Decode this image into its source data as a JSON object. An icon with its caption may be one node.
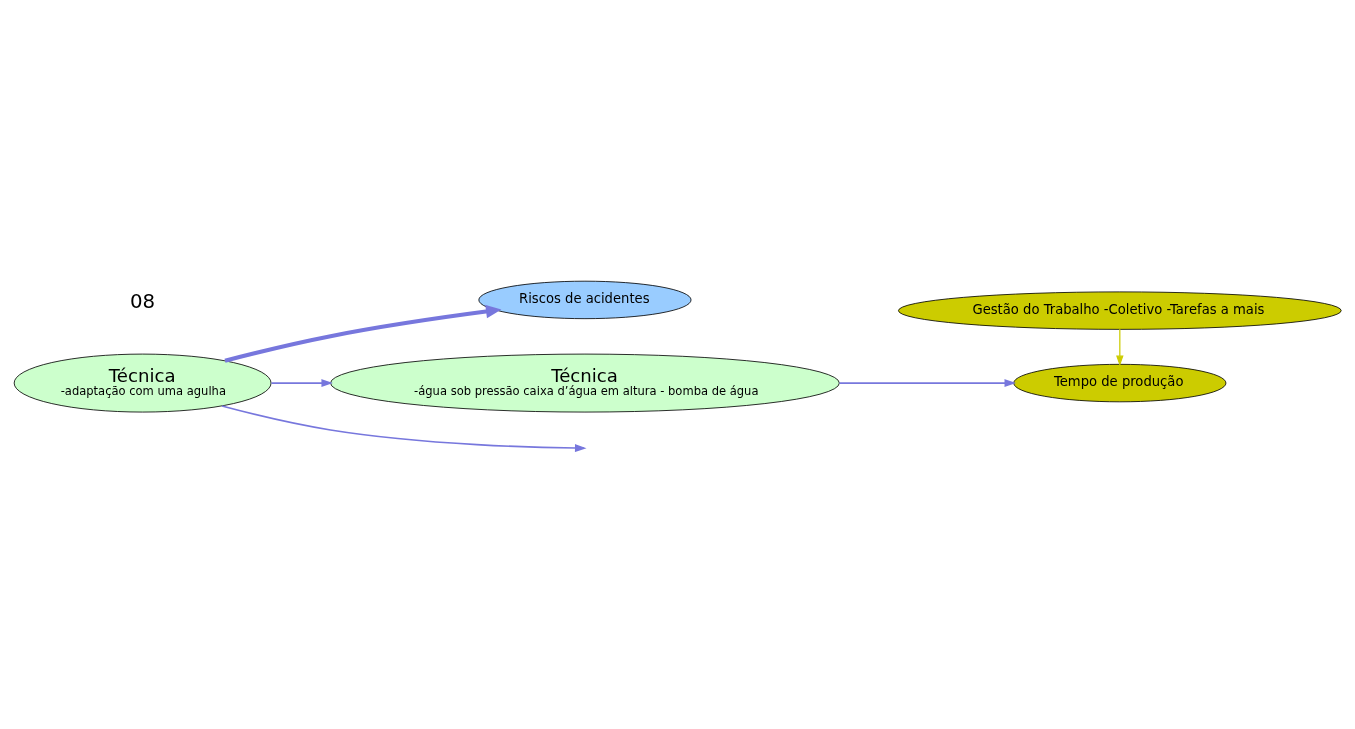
{
  "diagram": {
    "nodes": [
      {
        "text": [
          "Técnica",
          "-adaptação com uma agulha"
        ]
      },
      {
        "text": [
          "Riscos de acidentes"
        ]
      },
      {
        "text": [
          "Gestão do Trabalho -Coletivo -Tarefas a mais"
        ]
      },
      {
        "text": [
          "Técnica",
          "-água sob pressão caixa d’água em altura - bomba de água"
        ]
      },
      {
        "text": [
          "Tempo de produção"
        ]
      }
    ],
    "edges": [
      {
        "from": 0,
        "to": null,
        "arrow": "to"
      },
      {
        "from": 0,
        "to": 1,
        "arrow": "to",
        "style": "thick"
      },
      {
        "from": 0,
        "to": 3,
        "arrow": "to"
      },
      {
        "from": 3,
        "to": 4,
        "arrow": "to"
      },
      {
        "from": 2,
        "to": 4,
        "arrow": "to",
        "color": "#cccc00"
      }
    ],
    "labels": [
      "08"
    ]
  }
}
